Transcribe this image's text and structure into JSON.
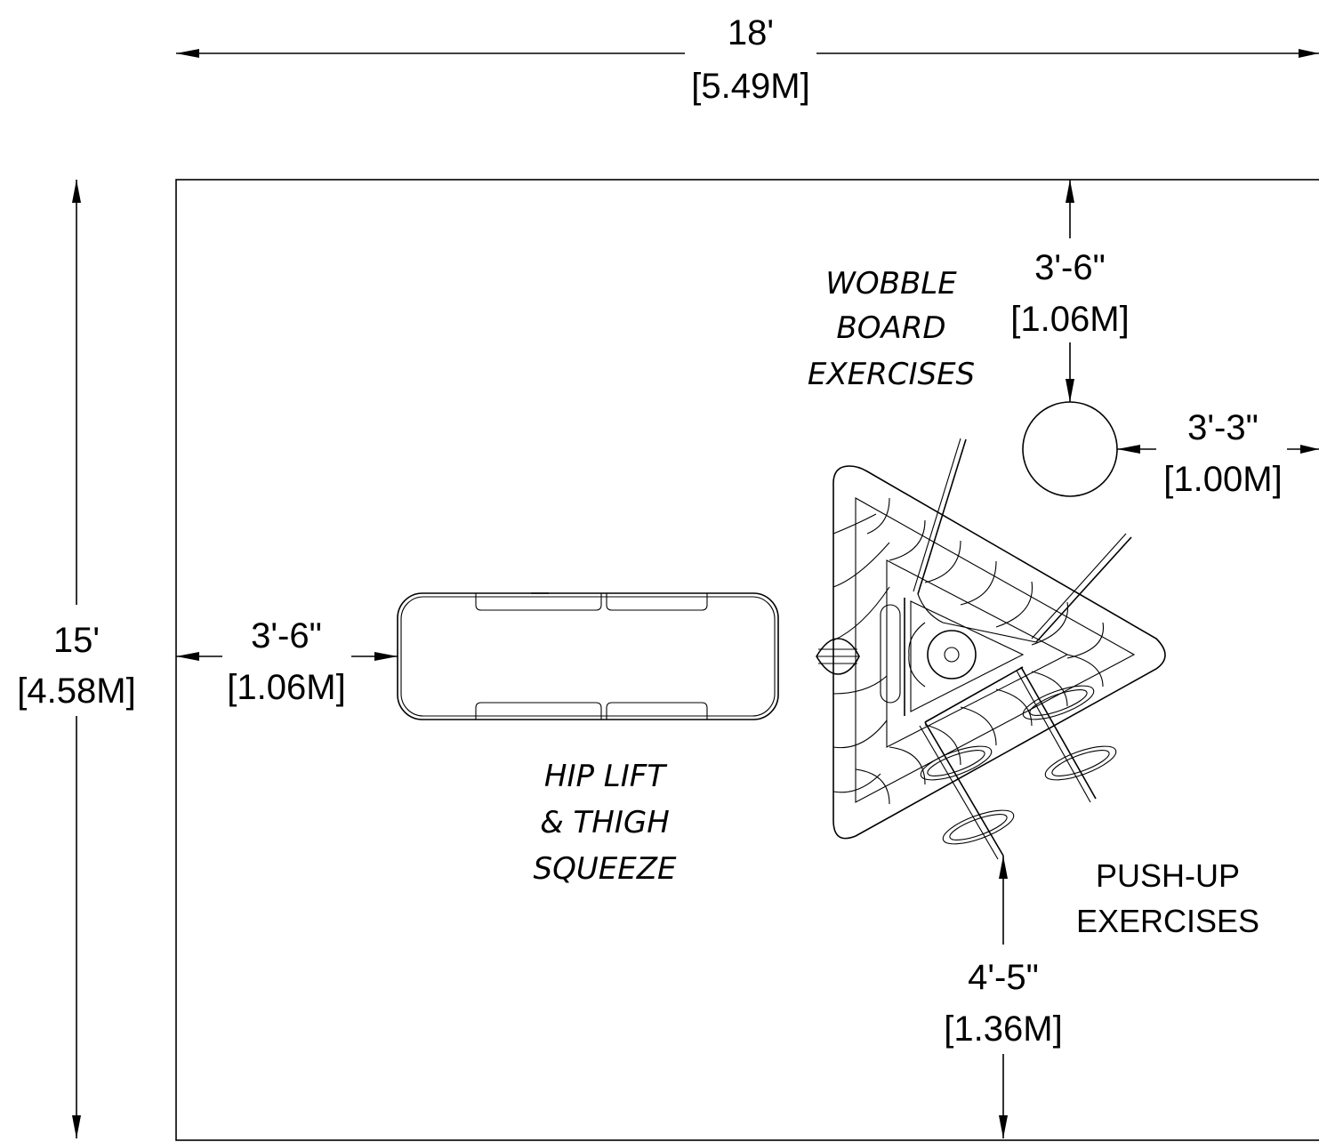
{
  "dimensions": {
    "overall_width": {
      "ft": "18'",
      "m": "[5.49M]"
    },
    "overall_depth": {
      "ft": "15'",
      "m": "[4.58M]"
    },
    "bench_left_clearance": {
      "ft": "3'-6\"",
      "m": "[1.06M]"
    },
    "wobble_top_clearance": {
      "ft": "3'-6\"",
      "m": "[1.06M]"
    },
    "wobble_right_clearance": {
      "ft": "3'-3\"",
      "m": "[1.00M]"
    },
    "pushup_bottom_clearance": {
      "ft": "4'-5\"",
      "m": "[1.36M]"
    }
  },
  "stations": {
    "wobble_board": {
      "line1": "WOBBLE",
      "line2": "BOARD",
      "line3": "EXERCISES"
    },
    "hip_lift": {
      "line1": "HIP LIFT",
      "line2": "& THIGH",
      "line3": "SQUEEZE"
    },
    "push_up": {
      "line1": "PUSH-UP",
      "line2": "EXERCISES"
    }
  }
}
